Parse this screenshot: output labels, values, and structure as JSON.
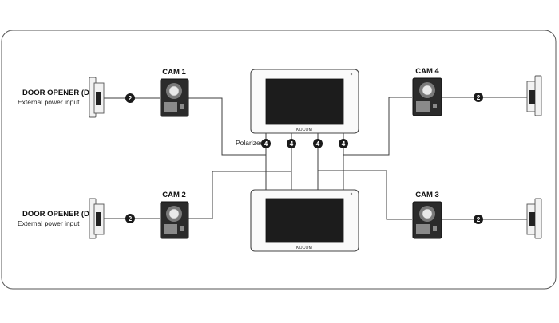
{
  "cams": {
    "cam1": "CAM 1",
    "cam2": "CAM 2",
    "cam3": "CAM 3",
    "cam4": "CAM 4"
  },
  "door_openers": {
    "top_left": {
      "title": "DOOR OPENER (DC)",
      "subtitle": "External power input"
    },
    "bottom_left": {
      "title": "DOOR OPENER (DC)",
      "subtitle": "External power input"
    }
  },
  "wire_counts": {
    "door_opener_wire": "2",
    "bus_wire": "4"
  },
  "polarized_label": "Polarized",
  "monitors": {
    "top_logo": "KOCOM",
    "bottom_logo": "KOCOM"
  },
  "colors": {
    "badge": "#1a1a1a",
    "line": "#3c3c3c"
  }
}
